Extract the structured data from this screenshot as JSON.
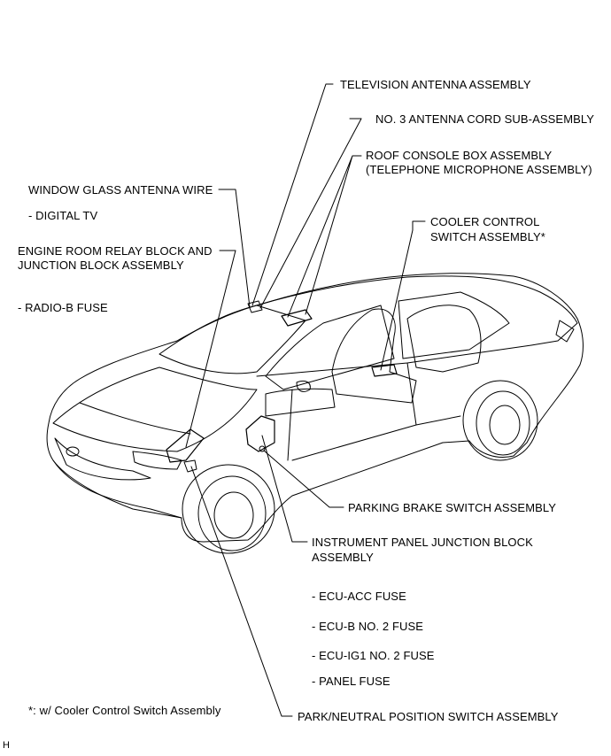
{
  "labels": {
    "tv_antenna": "TELEVISION ANTENNA ASSEMBLY",
    "antenna_cord": "NO. 3 ANTENNA CORD SUB-ASSEMBLY",
    "roof_console_1": "ROOF CONSOLE BOX ASSEMBLY",
    "roof_console_2": "(TELEPHONE MICROPHONE ASSEMBLY)",
    "window_glass": "WINDOW GLASS ANTENNA WIRE",
    "digital_tv": "- DIGITAL TV",
    "cooler_1": "COOLER CONTROL",
    "cooler_2": "SWITCH ASSEMBLY*",
    "engine_room_1": "ENGINE ROOM RELAY BLOCK AND",
    "engine_room_2": "JUNCTION BLOCK ASSEMBLY",
    "radio_b": "- RADIO-B FUSE",
    "parking_brake": "PARKING BRAKE SWITCH ASSEMBLY",
    "ip_junction_1": "INSTRUMENT PANEL JUNCTION BLOCK",
    "ip_junction_2": "ASSEMBLY",
    "ecu_acc": "- ECU-ACC FUSE",
    "ecu_b": "- ECU-B NO. 2 FUSE",
    "ecu_ig1": "- ECU-IG1 NO. 2 FUSE",
    "panel": "- PANEL FUSE",
    "footnote": "*: w/ Cooler Control Switch Assembly",
    "park_neutral": "PARK/NEUTRAL POSITION SWITCH ASSEMBLY",
    "corner": "H"
  }
}
